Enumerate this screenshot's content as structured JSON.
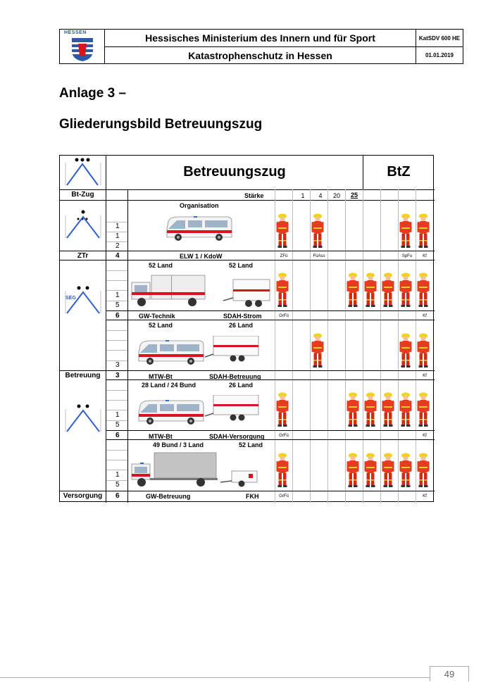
{
  "header": {
    "logo_text": "HESSEN",
    "ministry": "Hessisches Ministerium des Innern und für Sport",
    "subtitle": "Katastrophenschutz in Hessen",
    "doc_code": "KatSDV 600 HE",
    "date": "01.01.2019"
  },
  "title": "Anlage 3 –",
  "subtitle": "Gliederungsbild Betreuungszug",
  "table": {
    "unit_name": "Betreuungszug",
    "unit_abbr": "BtZ",
    "row_label": "Bt-Zug",
    "strength_label": "Stärke",
    "strength": [
      "1",
      "4",
      "20",
      "25"
    ],
    "organisation": "Organisation",
    "ztr": {
      "label": "ZTr",
      "nums": [
        "1",
        "1",
        "2",
        "4"
      ],
      "vehicle": "ELW 1 / KdoW",
      "roles": [
        "ZFü",
        "FüAss",
        "SpFu",
        "Kf"
      ]
    },
    "seg": {
      "label": "SEG",
      "header_left": "52 Land",
      "header_right": "52 Land",
      "nums": [
        "1",
        "5",
        "6"
      ],
      "vehicle_left": "GW-Technik",
      "vehicle_right": "SDAH-Strom",
      "roles": [
        "GrFü",
        "Kf"
      ]
    },
    "betreuung": {
      "label": "Betreuung",
      "header_left": "52 Land",
      "header_right": "26 Land",
      "nums": [
        "3",
        "3"
      ],
      "vehicle_left": "MTW-Bt",
      "vehicle_right": "SDAH-Betreuung",
      "roles": [
        "Kf"
      ]
    },
    "versorgung1": {
      "header_left": "28 Land / 24 Bund",
      "header_right": "26 Land",
      "nums": [
        "1",
        "5",
        "6"
      ],
      "vehicle_left": "MTW-Bt",
      "vehicle_right": "SDAH-Versorgung",
      "roles": [
        "GrFü",
        "Kf"
      ]
    },
    "versorgung2": {
      "label": "Versorgung",
      "header_left": "49 Bund / 3 Land",
      "header_right": "52 Land",
      "nums": [
        "1",
        "5",
        "6"
      ],
      "vehicle_left": "GW-Betreuung",
      "vehicle_right": "FKH",
      "roles": [
        "GrFü",
        "Kf"
      ]
    }
  },
  "page_number": "49",
  "colors": {
    "red": "#d8141e",
    "fire_red": "#e63b1f",
    "helmet": "#f2d21a",
    "tac_blue": "#2d6fc0"
  }
}
